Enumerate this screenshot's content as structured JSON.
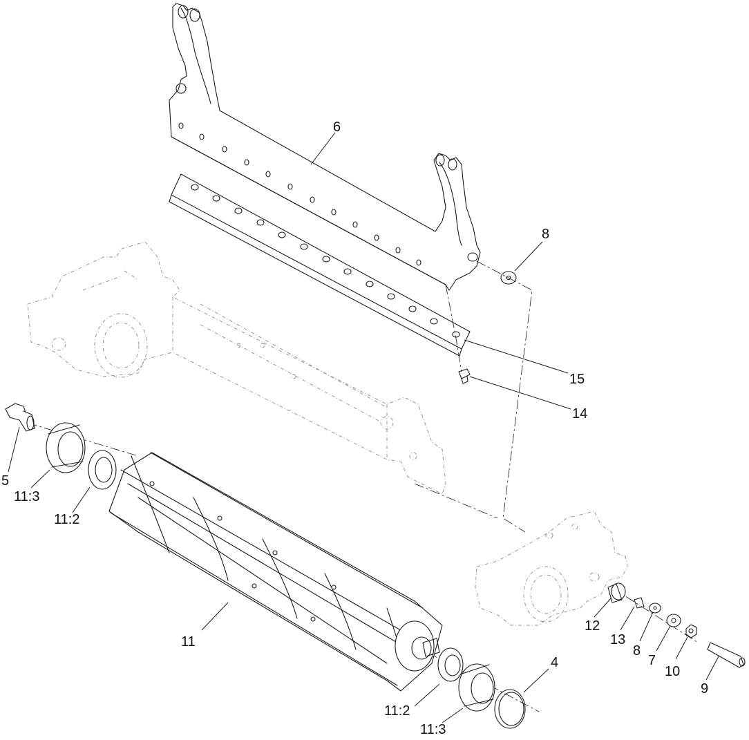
{
  "callouts": [
    {
      "id": "6",
      "label": "6"
    },
    {
      "id": "8a",
      "label": "8"
    },
    {
      "id": "15",
      "label": "15"
    },
    {
      "id": "14",
      "label": "14"
    },
    {
      "id": "5",
      "label": "5"
    },
    {
      "id": "11-3a",
      "label": "11:3"
    },
    {
      "id": "11-2a",
      "label": "11:2"
    },
    {
      "id": "11",
      "label": "11"
    },
    {
      "id": "12",
      "label": "12"
    },
    {
      "id": "13",
      "label": "13"
    },
    {
      "id": "8b",
      "label": "8"
    },
    {
      "id": "7",
      "label": "7"
    },
    {
      "id": "10",
      "label": "10"
    },
    {
      "id": "9",
      "label": "9"
    },
    {
      "id": "4",
      "label": "4"
    },
    {
      "id": "11-2b",
      "label": "11:2"
    },
    {
      "id": "11-3b",
      "label": "11:3"
    }
  ]
}
